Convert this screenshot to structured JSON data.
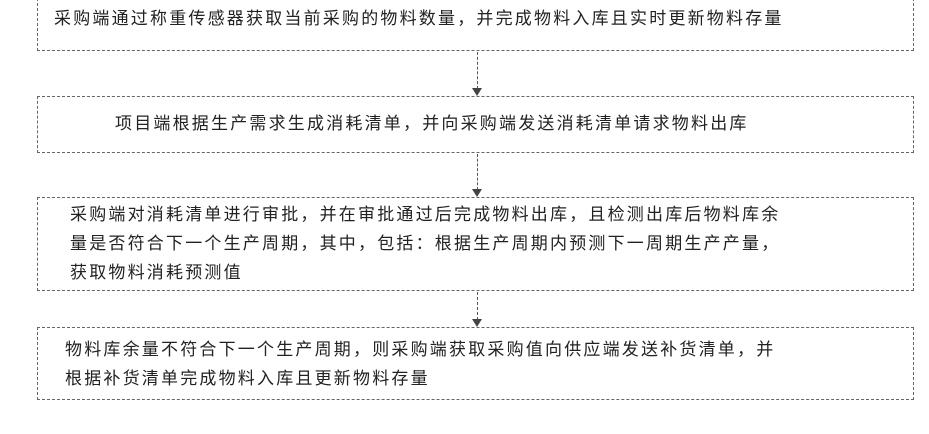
{
  "steps": [
    {
      "lines": [
        "采购端通过称重传感器获取当前采购的物料数量，并完成物料入库且实时更新物料存量"
      ]
    },
    {
      "lines": [
        "项目端根据生产需求生成消耗清单，并向采购端发送消耗清单请求物料出库"
      ]
    },
    {
      "lines": [
        "采购端对消耗清单进行审批，并在审批通过后完成物料出库，且检测出库后物料库余",
        "量是否符合下一个生产周期，其中，包括：根据生产周期内预测下一周期生产产量，",
        "获取物料消耗预测值"
      ]
    },
    {
      "lines": [
        "物料库余量不符合下一个生产周期，则采购端获取采购值向供应端发送补货清单，并",
        "根据补货清单完成物料入库且更新物料存量"
      ]
    }
  ]
}
